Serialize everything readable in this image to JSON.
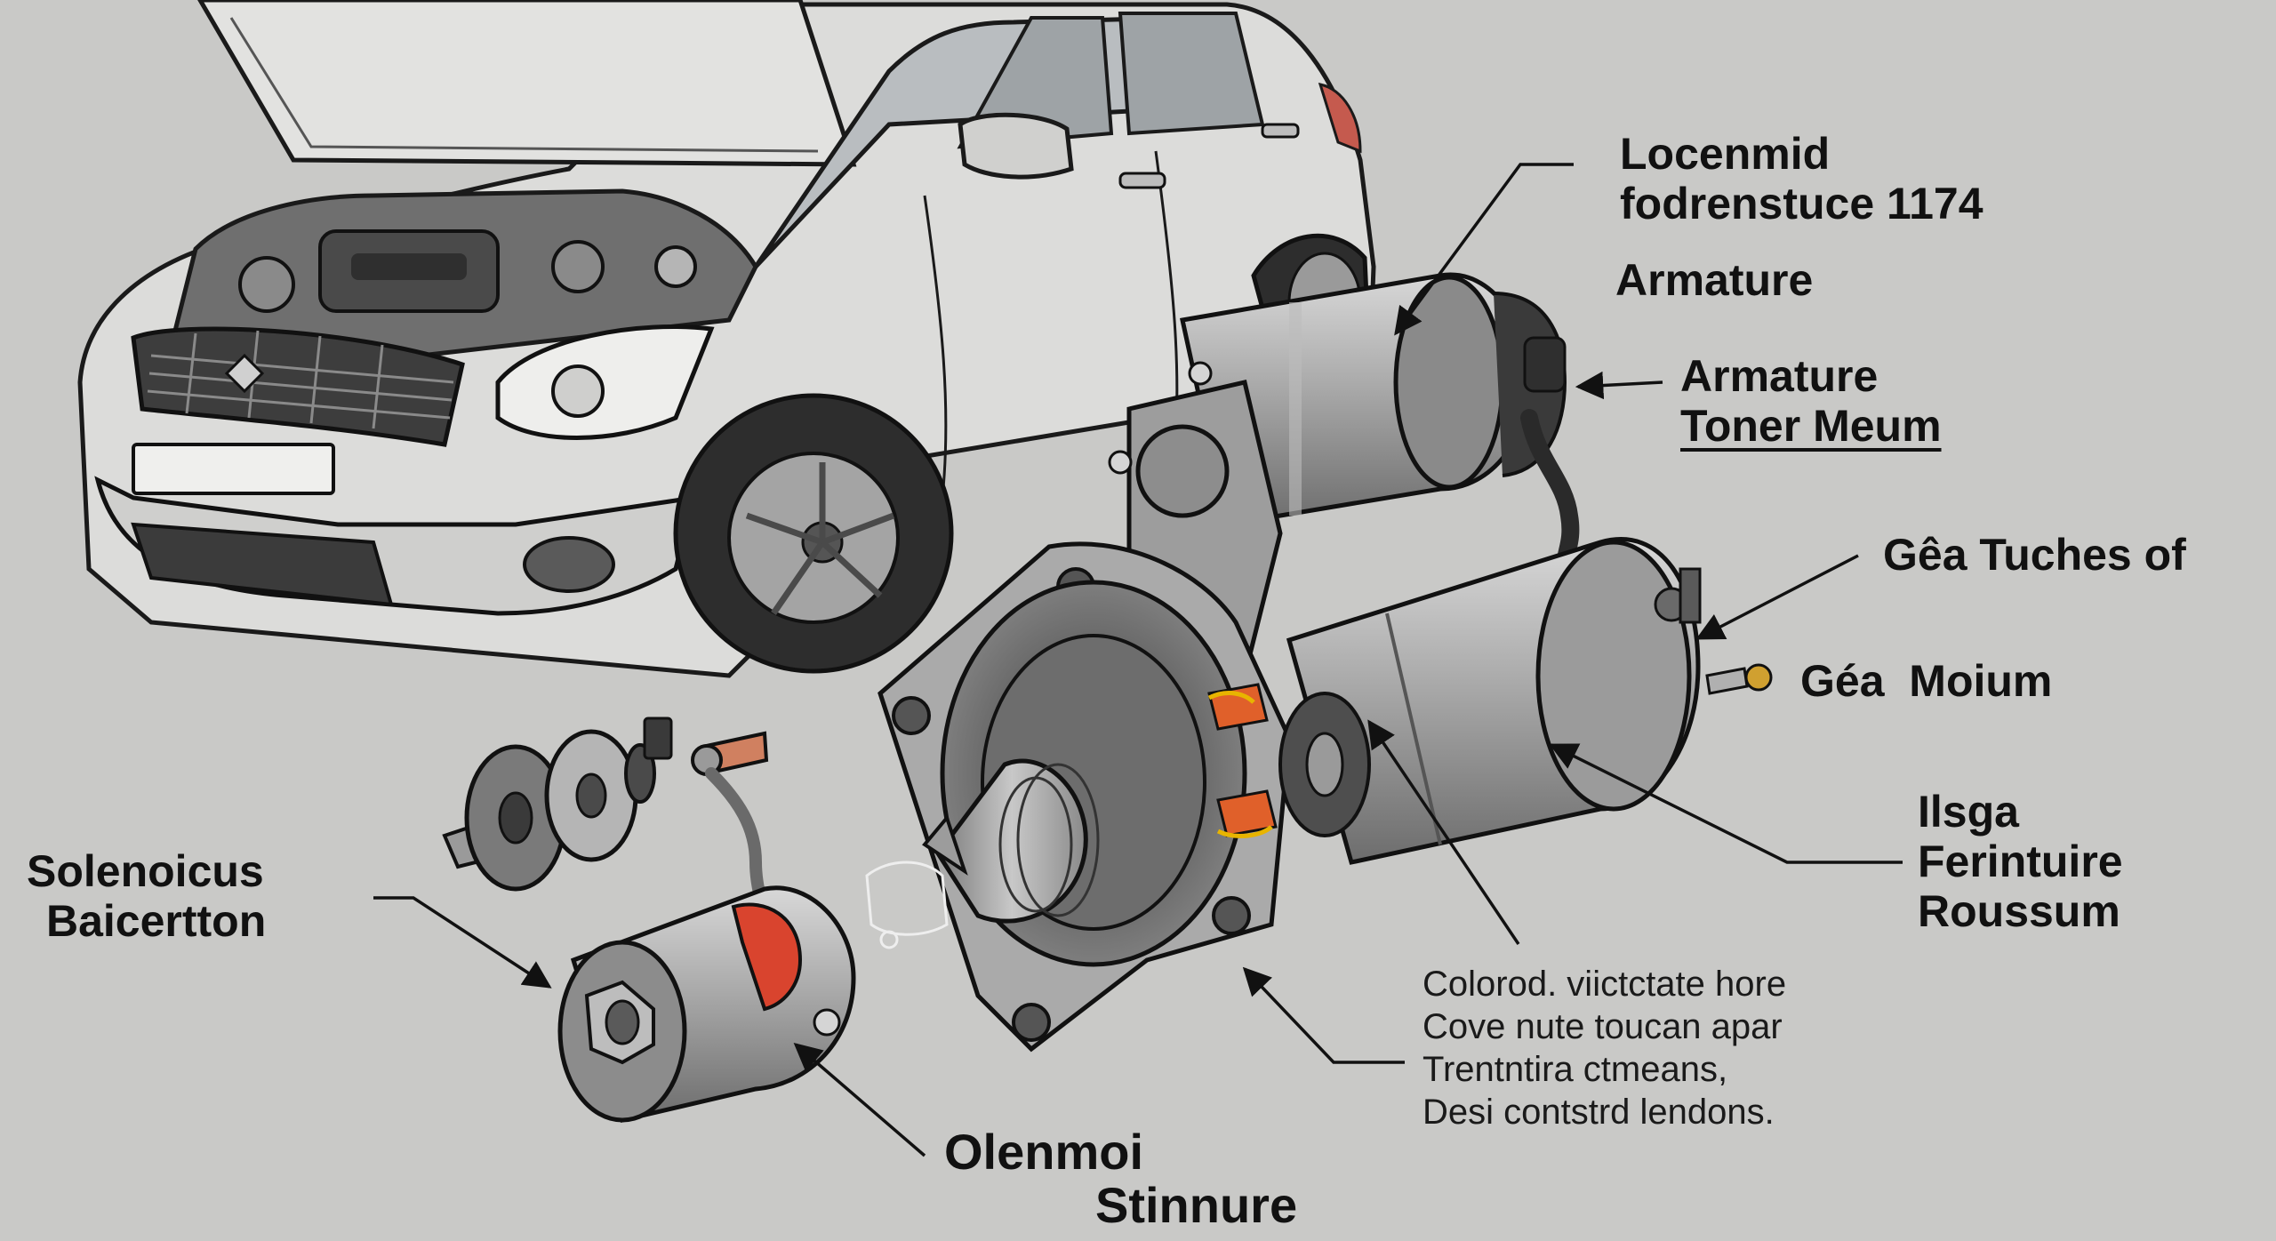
{
  "colors": {
    "background": "#c9c9c7",
    "line": "#1a1a1a",
    "car_body": "#dcdcda",
    "metal": "#9a9a9a",
    "accent_orange": "#e0602a",
    "accent_red": "#d9442e"
  },
  "labels": {
    "top_right": {
      "line1": "Locenmid",
      "line2": "fodrenstuce 1174"
    },
    "armature_1": "Armature",
    "armature_2": {
      "line1": "Armature",
      "line2": "Toner Meum"
    },
    "gea_tuches": "Gêa Tuches of",
    "gea_moium": "Géa  Moium",
    "right_mid": {
      "line1": "Ilsga",
      "line2": "Ferintuire",
      "line3": "Roussum"
    },
    "left": {
      "line1": "Solenoicus",
      "line2": "Baicertton"
    },
    "bottom": {
      "line1": "Olenmoi",
      "line2": "Stinnure"
    }
  },
  "note": {
    "line1": "Colorod. viictctate hore",
    "line2": "Cove nute toucan apar",
    "line3": "Trentntira ctmeans,",
    "line4": "Desi contstrd lendons."
  }
}
